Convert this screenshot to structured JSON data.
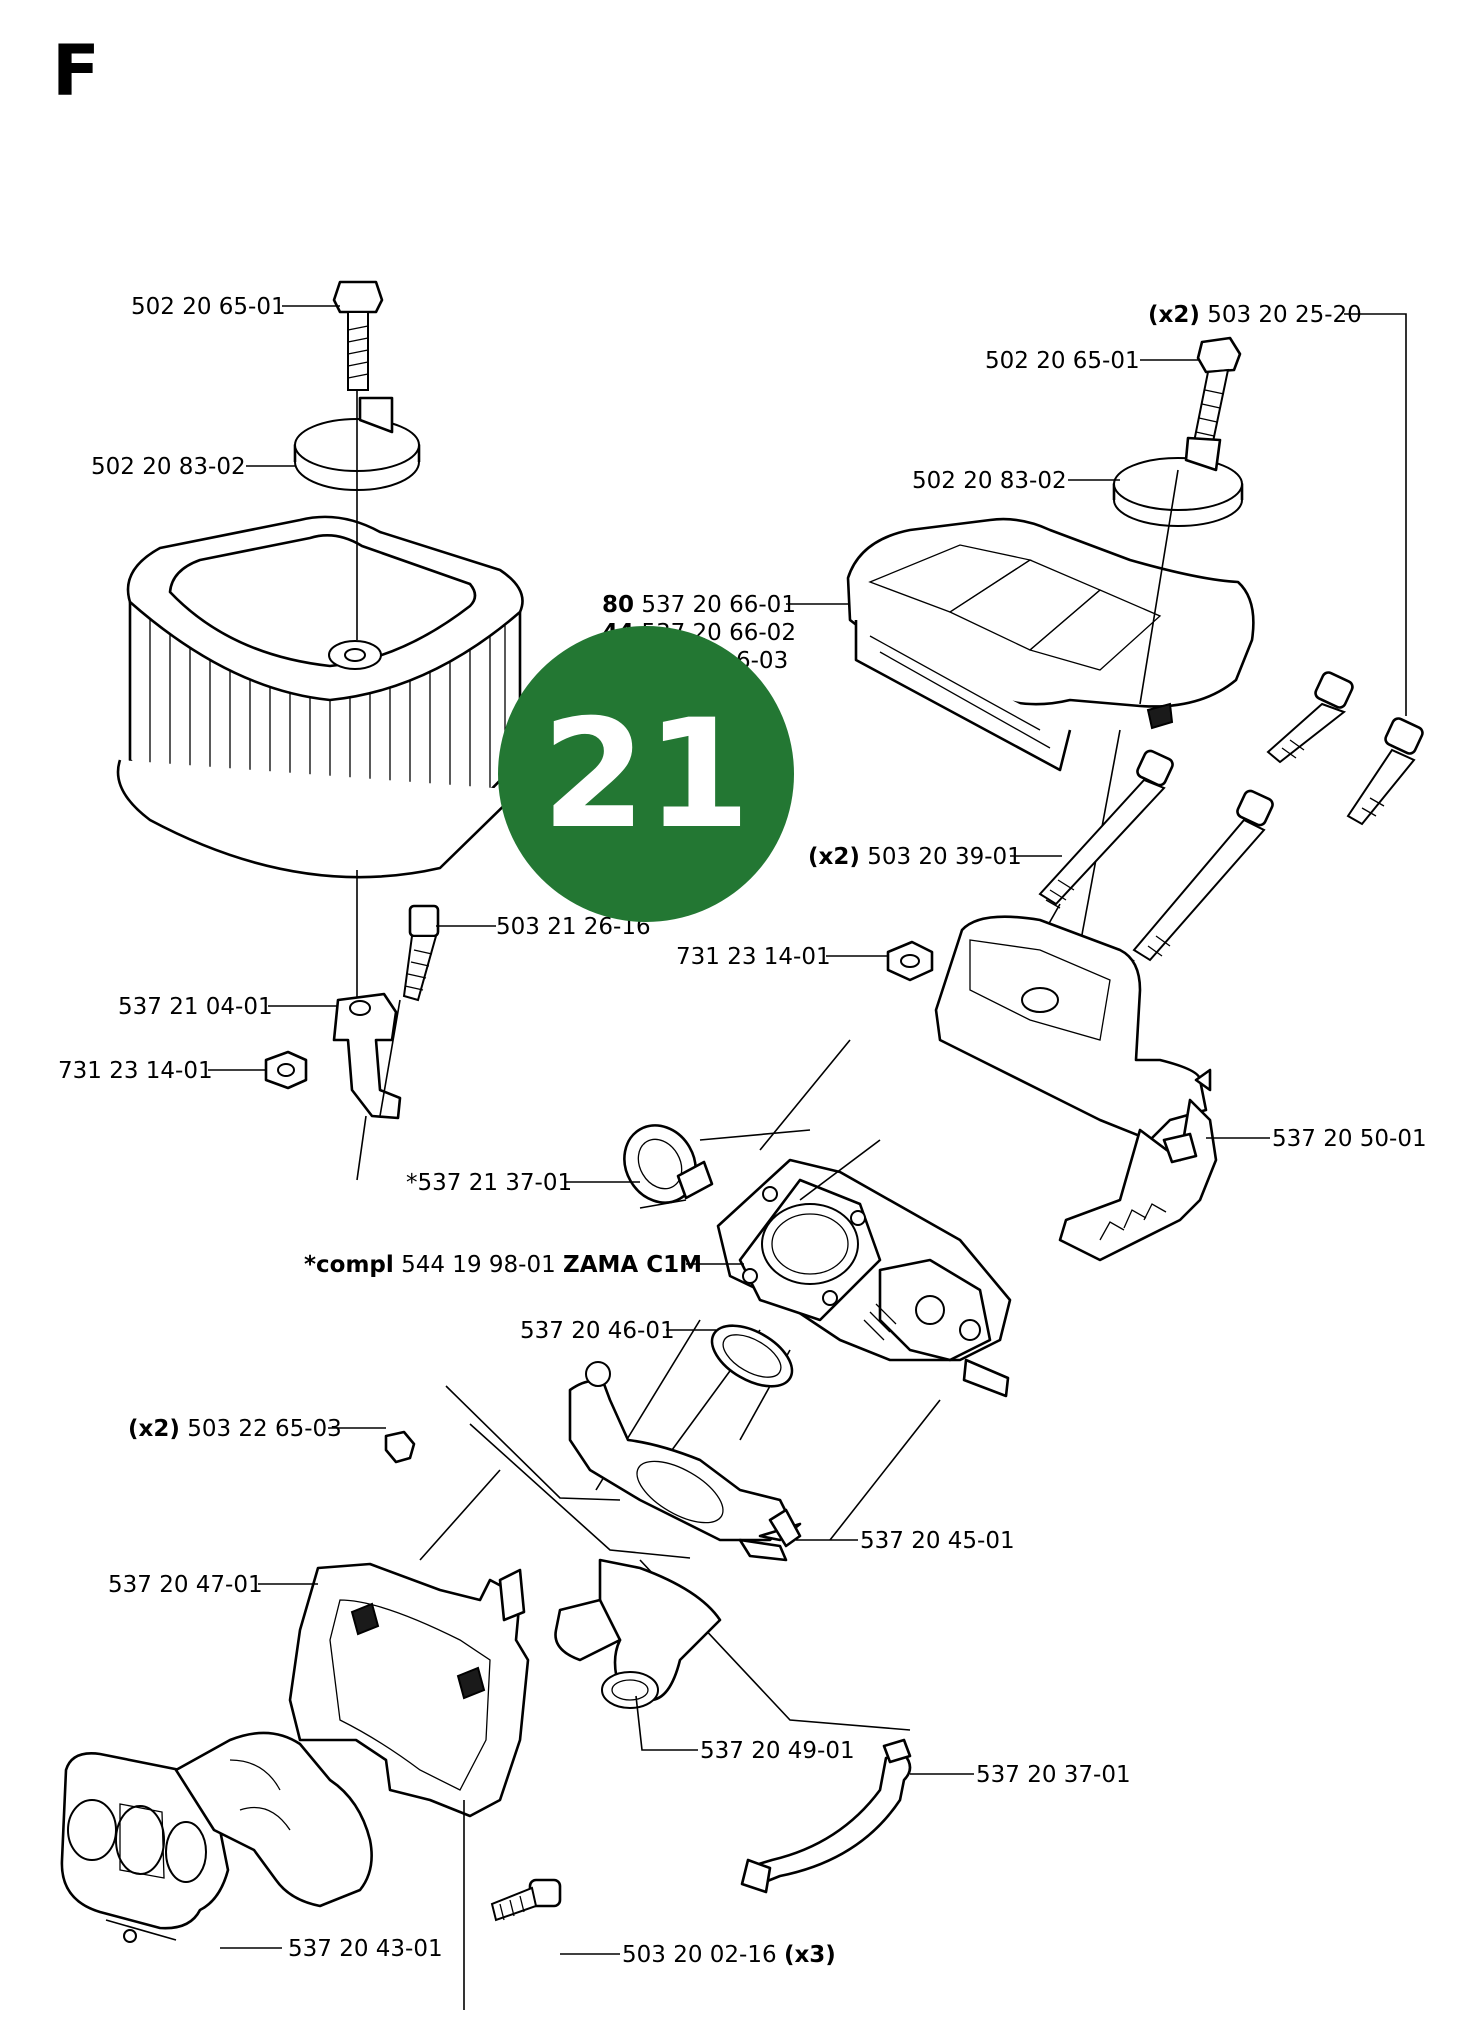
{
  "page": {
    "section_letter": "F",
    "page_badge": "21",
    "badge_color": "#237733"
  },
  "callouts": [
    {
      "id": "c1",
      "qty": "",
      "prefix": "",
      "number": "502 20 65-01",
      "suffix": "",
      "suffix_qty": ""
    },
    {
      "id": "c2",
      "qty": "",
      "prefix": "",
      "number": "502 20 83-02",
      "suffix": "",
      "suffix_qty": ""
    },
    {
      "id": "c3",
      "qty": "(x2)",
      "prefix": "",
      "number": "503 20 25-20",
      "suffix": "",
      "suffix_qty": ""
    },
    {
      "id": "c4",
      "qty": "",
      "prefix": "",
      "number": "502 20 65-01",
      "suffix": "",
      "suffix_qty": ""
    },
    {
      "id": "c5",
      "qty": "",
      "prefix": "",
      "number": "502 20 83-02",
      "suffix": "",
      "suffix_qty": ""
    },
    {
      "id": "c6",
      "qty": "80",
      "prefix": "",
      "number": "537 20 66-01",
      "suffix": "",
      "suffix_qty": ""
    },
    {
      "id": "c7",
      "qty": "44",
      "prefix": "",
      "number": "537 20 66-02",
      "suffix": "",
      "suffix_qty": ""
    },
    {
      "id": "c8",
      "qty": "",
      "prefix": "",
      "number": "6-03",
      "suffix": "",
      "suffix_qty": ""
    },
    {
      "id": "c9",
      "qty": "(x2)",
      "prefix": "",
      "number": "503 20 39-01",
      "suffix": "",
      "suffix_qty": ""
    },
    {
      "id": "c10",
      "qty": "",
      "prefix": "",
      "number": "503 21 26-16",
      "suffix": "",
      "suffix_qty": ""
    },
    {
      "id": "c11",
      "qty": "",
      "prefix": "",
      "number": "731 23 14-01",
      "suffix": "",
      "suffix_qty": ""
    },
    {
      "id": "c12",
      "qty": "",
      "prefix": "",
      "number": "537 21 04-01",
      "suffix": "",
      "suffix_qty": ""
    },
    {
      "id": "c13",
      "qty": "",
      "prefix": "",
      "number": "731 23 14-01",
      "suffix": "",
      "suffix_qty": ""
    },
    {
      "id": "c14",
      "qty": "",
      "prefix": "",
      "number": "537 20 50-01",
      "suffix": "",
      "suffix_qty": ""
    },
    {
      "id": "c15",
      "qty": "",
      "prefix": "",
      "number": "*537 21 37-01",
      "suffix": "",
      "suffix_qty": ""
    },
    {
      "id": "c16",
      "qty": "",
      "prefix": "*compl",
      "number": "544 19 98-01",
      "suffix": "ZAMA C1M",
      "suffix_qty": ""
    },
    {
      "id": "c17",
      "qty": "",
      "prefix": "",
      "number": "537 20 46-01",
      "suffix": "",
      "suffix_qty": ""
    },
    {
      "id": "c18",
      "qty": "(x2)",
      "prefix": "",
      "number": "503 22 65-03",
      "suffix": "",
      "suffix_qty": ""
    },
    {
      "id": "c19",
      "qty": "",
      "prefix": "",
      "number": "537 20 45-01",
      "suffix": "",
      "suffix_qty": ""
    },
    {
      "id": "c20",
      "qty": "",
      "prefix": "",
      "number": "537 20 47-01",
      "suffix": "",
      "suffix_qty": ""
    },
    {
      "id": "c21",
      "qty": "",
      "prefix": "",
      "number": "537 20 49-01",
      "suffix": "",
      "suffix_qty": ""
    },
    {
      "id": "c22",
      "qty": "",
      "prefix": "",
      "number": "537 20 37-01",
      "suffix": "",
      "suffix_qty": ""
    },
    {
      "id": "c23",
      "qty": "",
      "prefix": "",
      "number": "537 20 43-01",
      "suffix": "",
      "suffix_qty": ""
    },
    {
      "id": "c24",
      "qty": "",
      "prefix": "",
      "number": "503 20 02-16",
      "suffix": "",
      "suffix_qty": "(x3)"
    }
  ]
}
